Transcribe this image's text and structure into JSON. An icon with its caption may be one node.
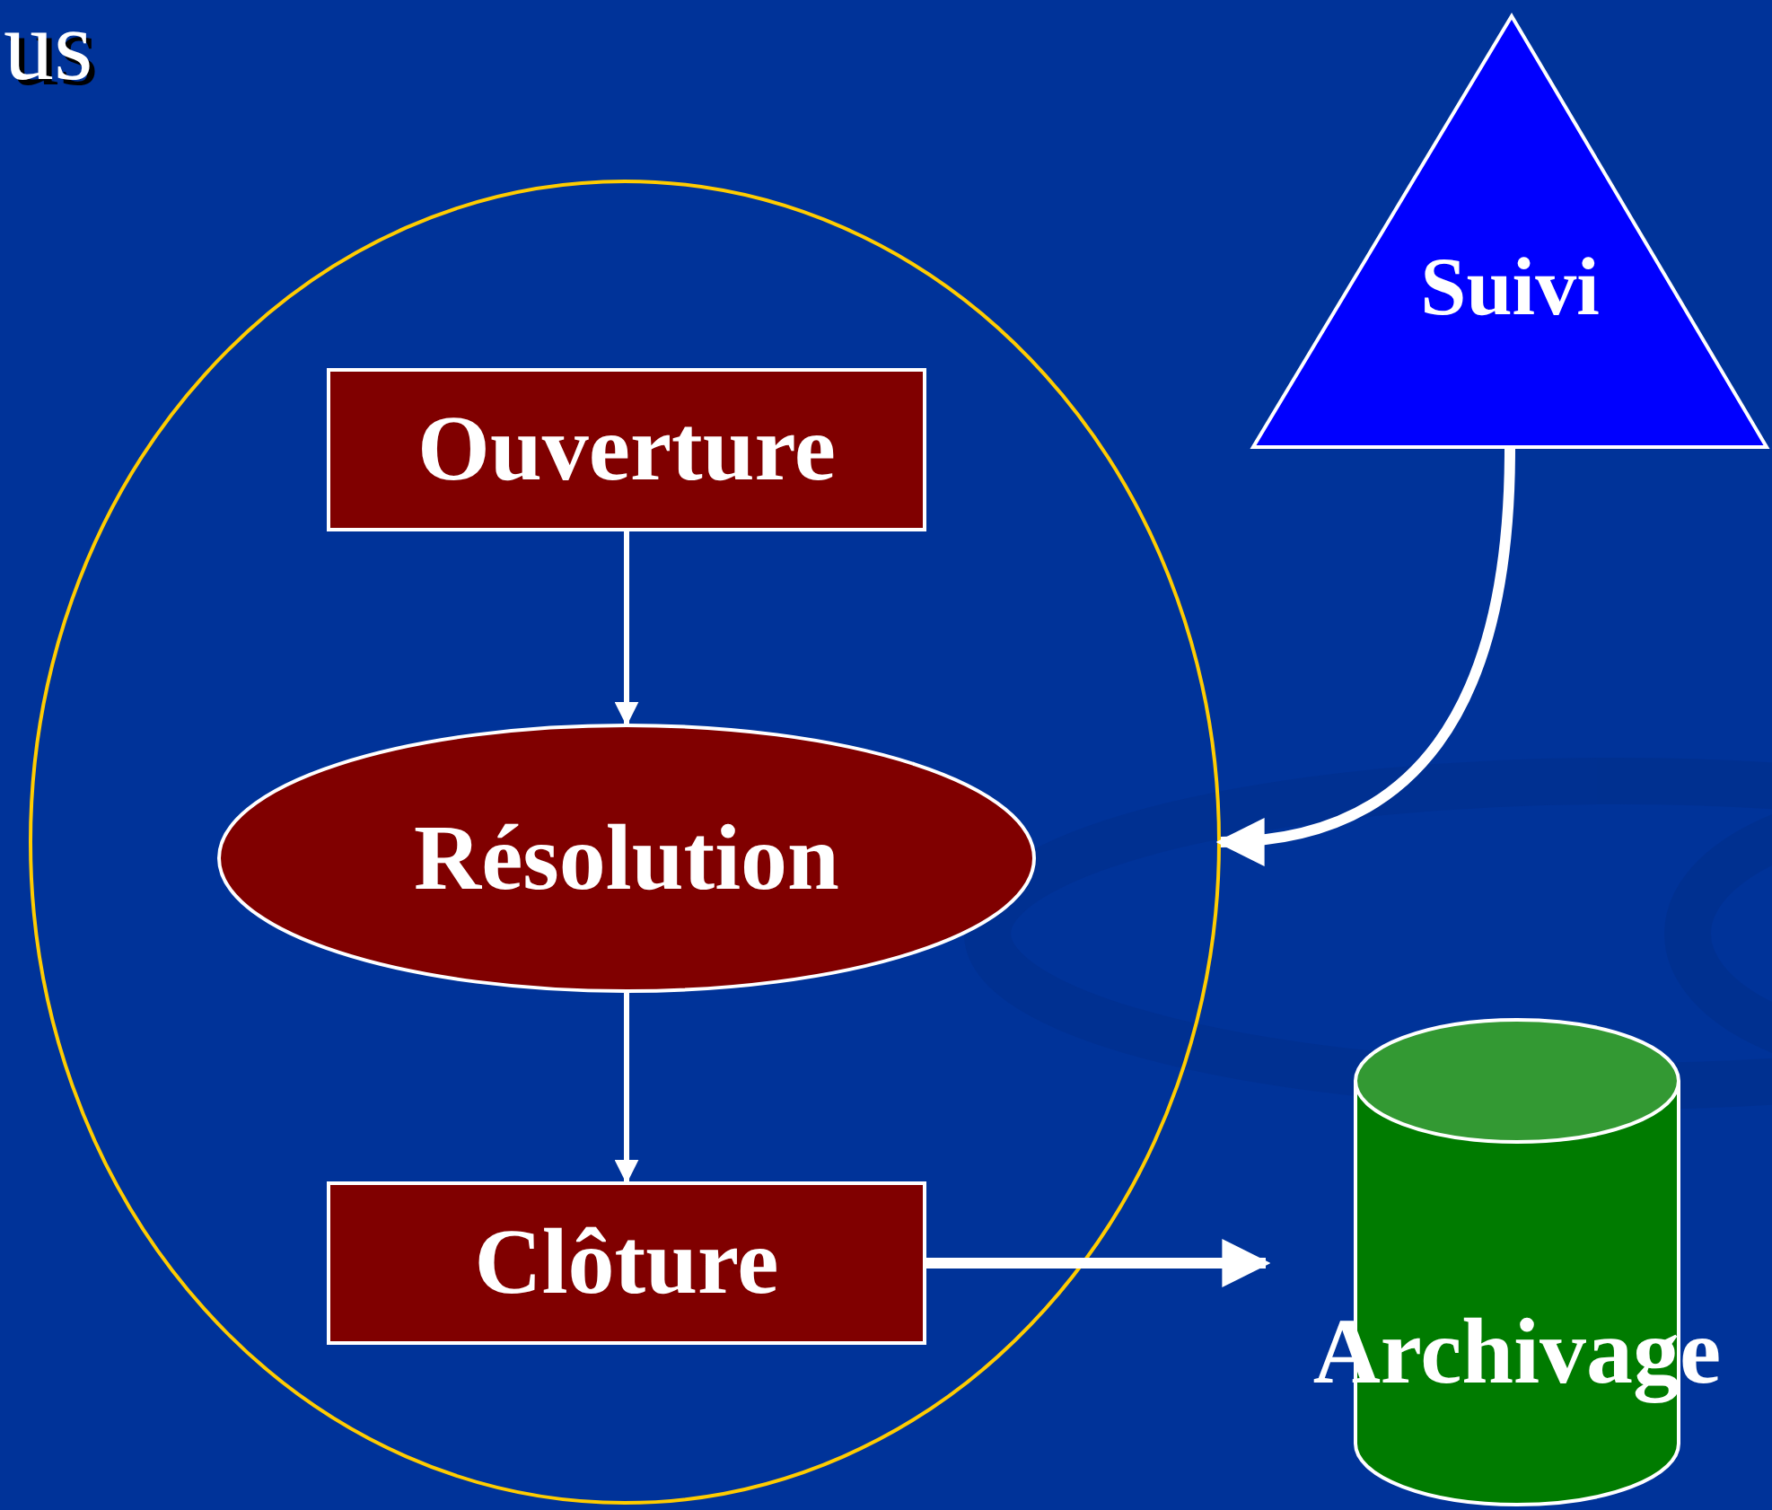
{
  "diagram": {
    "nodes": [
      {
        "text": [],
        "shape": "circle"
      },
      {
        "text": [
          "Ouverture"
        ],
        "in": 0
      },
      {
        "text": [
          "Résolution"
        ],
        "in": 0
      },
      {
        "text": [
          "Clôture"
        ],
        "in": 0
      },
      {
        "text": [
          "Suivi"
        ]
      },
      {
        "text": [
          "Archivage"
        ]
      }
    ],
    "edges": [
      {
        "from": 1,
        "to": 2,
        "arrow": "to"
      },
      {
        "from": 2,
        "to": 3,
        "arrow": "to"
      },
      {
        "from": 4,
        "to": 0,
        "arrow": "to",
        "style": "thick"
      },
      {
        "from": 3,
        "to": 5,
        "arrow": "to",
        "style": "thick"
      }
    ],
    "labels": [
      "us"
    ]
  }
}
